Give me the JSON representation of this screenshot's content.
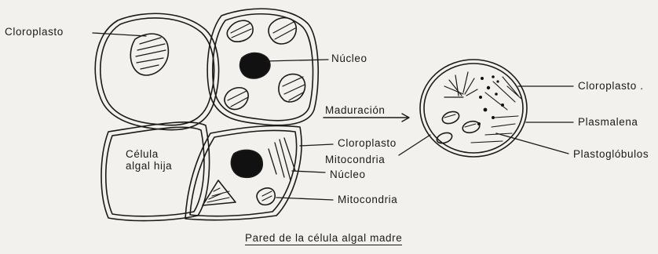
{
  "labels": {
    "cloroplasto_top_left": "Cloroplasto",
    "nucleo_top": "Núcleo",
    "maduracion": "Maduración",
    "cloroplasto_right": "Cloroplasto .",
    "plasmalena": "Plasmalena",
    "plastoglobulos": "Plastoglóbulos",
    "cloroplasto_mid": "Cloroplasto",
    "mitocondria_mid": "Mitocondria",
    "nucleo_bottom": "Núcleo",
    "mitocondria_bottom": "Mitocondria",
    "celula_hija_line1": "Célula",
    "celula_hija_line2": "algal hija",
    "caption": "Pared de la célula algal madre"
  }
}
